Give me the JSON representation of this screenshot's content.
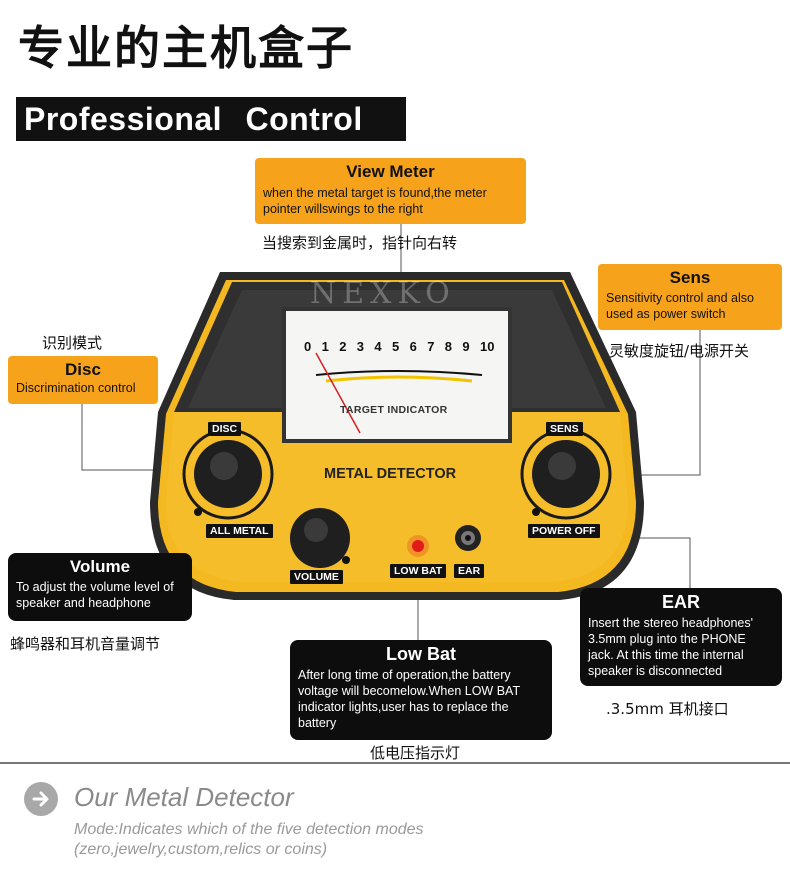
{
  "header": {
    "cn_title": "专业的主机盒子",
    "en_title": "Professional Control Box"
  },
  "callouts": {
    "view_meter": {
      "title": "View Meter",
      "desc": "when the metal target is found,the meter pointer willswings to the right",
      "cn": "当搜索到金属时，指针向右转"
    },
    "sens": {
      "title": "Sens",
      "desc": "Sensitivity control and also used as power switch",
      "cn": "灵敏度旋钮/电源开关"
    },
    "disc": {
      "title": "Disc",
      "desc": "Discrimination control",
      "cn": "识别模式"
    },
    "volume": {
      "title": "Volume",
      "desc": "To adjust the volume level of speaker and headphone",
      "cn": "蜂鸣器和耳机音量调节"
    },
    "ear": {
      "title": "EAR",
      "desc": "Insert the stereo headphones' 3.5mm plug into the PHONE jack. At this time the internal speaker is disconnected",
      "cn": ".3.5mm 耳机接口"
    },
    "low_bat": {
      "title": "Low Bat",
      "desc": "After long time of operation,the battery voltage will becomelow.When LOW BAT indicator lights,user has to replace the battery",
      "cn": "低电压指示灯"
    }
  },
  "device": {
    "brand": "NEXKO",
    "title": "METAL DETECTOR",
    "meter_label": "TARGET INDICATOR",
    "scale": [
      "0",
      "1",
      "2",
      "3",
      "4",
      "5",
      "6",
      "7",
      "8",
      "9",
      "10"
    ],
    "labels": {
      "disc": "DISC",
      "sens": "SENS",
      "all_metal": "ALL METAL",
      "power_off": "POWER OFF",
      "volume": "VOLUME",
      "low_bat": "LOW BAT",
      "ear": "EAR"
    },
    "colors": {
      "body": "#f4b820",
      "orange_box": "#f7a21b",
      "led": "#e21b1b"
    }
  },
  "footer": {
    "title": "Our Metal Detector",
    "desc": "Mode:Indicates which of the five detection modes (zero,jewelry,custom,relics or coins)",
    "icon": "arrow-right-circle-icon"
  }
}
